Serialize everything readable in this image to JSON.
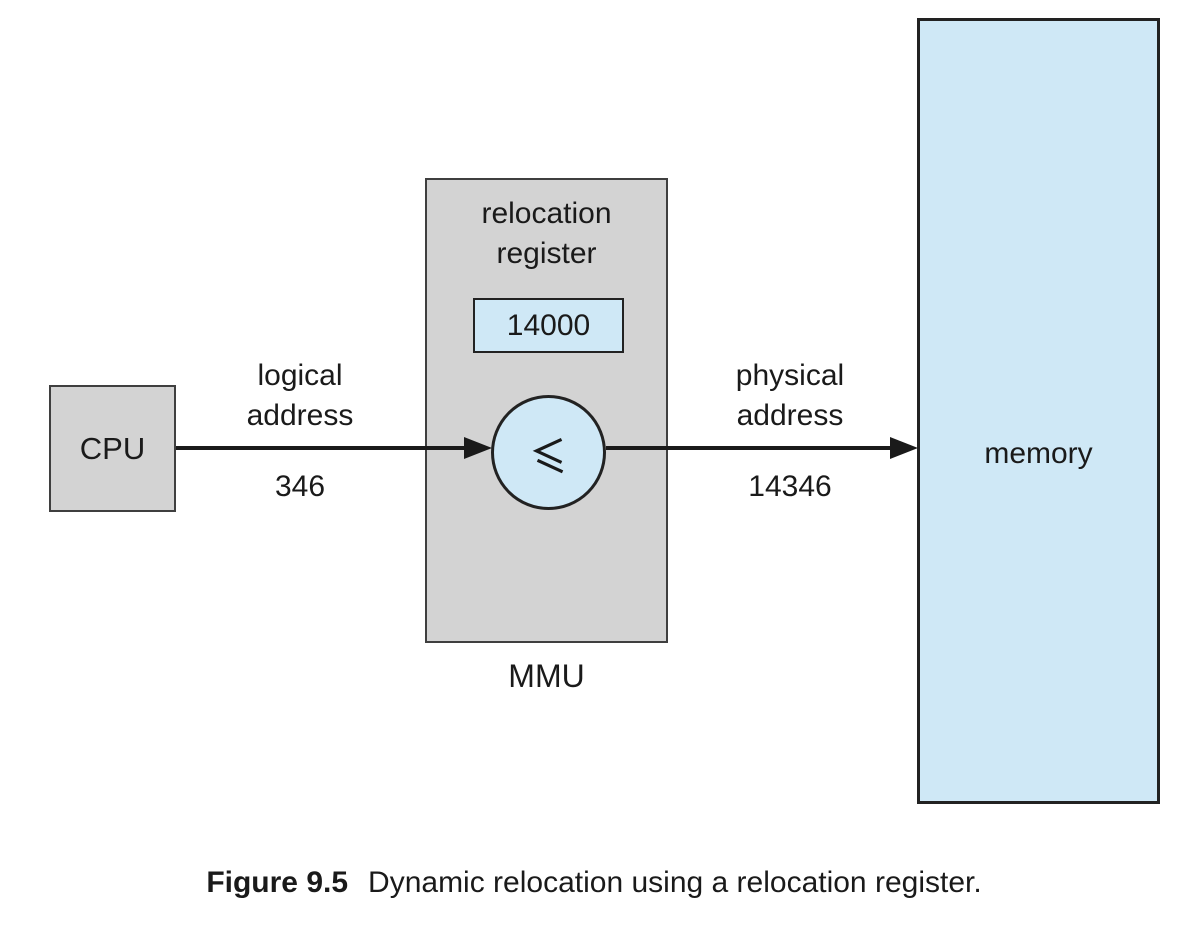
{
  "figure": {
    "caption_label": "Figure 9.5",
    "caption_text": "Dynamic relocation using a relocation register."
  },
  "cpu": {
    "label": "CPU"
  },
  "mmu": {
    "label": "MMU",
    "register_title": "relocation\nregister",
    "register_value": "14000",
    "operator_icon": "less-than-or-slanted-equal"
  },
  "logical_address": {
    "label": "logical\naddress",
    "value": "346"
  },
  "physical_address": {
    "label": "physical\naddress",
    "value": "14346"
  },
  "memory": {
    "label": "memory"
  },
  "colors": {
    "box_gray": "#d3d3d3",
    "light_blue": "#cfe8f6",
    "border_dark": "#3f3f3f",
    "arrow_black": "#1a1a1a"
  }
}
